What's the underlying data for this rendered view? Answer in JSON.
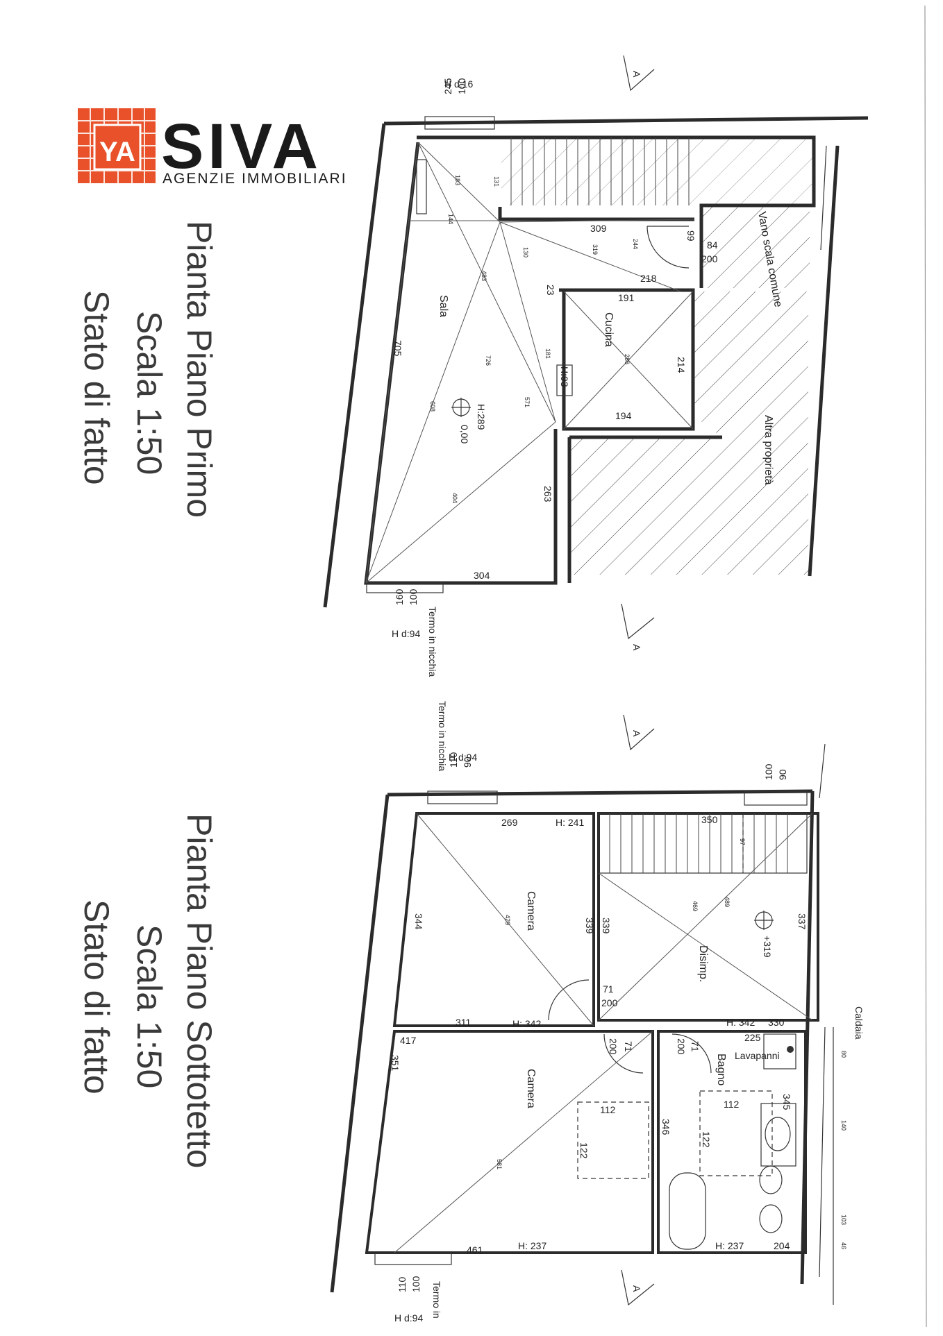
{
  "logo": {
    "brand": "SIVA",
    "tagline": "AGENZIE IMMOBILIARI",
    "mark": "YA",
    "brand_color": "#e8512a",
    "text_color": "#1a1a1a"
  },
  "plans": {
    "primo": {
      "title": "Pianta Piano Primo",
      "scale": "Scala 1:50",
      "state": "Stato di fatto",
      "rooms": {
        "sala": "Sala",
        "cucina": "Cucina",
        "vano": "Vano scala comune",
        "altra": "Altra proprietà"
      },
      "labels": {
        "hd_top": "H d:16",
        "hd_bottom": "H d:94",
        "termo": "Termo in nicchia",
        "h_sala": "H:289",
        "quota": "0,00",
        "h_cucina": "H:93",
        "section": "A"
      },
      "dims": {
        "d245": "245",
        "d100a": "100",
        "d183": "183",
        "d131": "131",
        "d144": "144",
        "d130": "130",
        "d319": "319",
        "d483": "483",
        "d726": "726",
        "d181": "181",
        "d571": "571",
        "d608": "608",
        "d404": "404",
        "d263": "263",
        "d705": "705",
        "d304": "304",
        "d309": "309",
        "d244": "244",
        "d99": "99",
        "d84": "84",
        "d200": "200",
        "d218": "218",
        "d23": "23",
        "d191": "191",
        "d286": "286",
        "d214": "214",
        "d194": "194",
        "d160": "160",
        "d100b": "100"
      }
    },
    "sottotetto": {
      "title": "Pianta Piano Sottotetto",
      "scale": "Scala 1:50",
      "state": "Stato di fatto",
      "rooms": {
        "camera1": "Camera",
        "camera2": "Camera",
        "disimp": "Disimp.",
        "bagno": "Bagno",
        "lavapanni": "Lavapanni",
        "caldaia": "Caldaia"
      },
      "labels": {
        "hd_top": "H d:94",
        "hd_bottom": "H d:94",
        "termo_top": "Termo in nicchia",
        "termo_bottom": "Termo in",
        "quota": "+319",
        "h241": "H: 241",
        "h342a": "H: 342",
        "h342b": "H: 342",
        "h237a": "H: 237",
        "h237b": "H: 237",
        "section": "A"
      },
      "dims": {
        "d110a": "110",
        "d90a": "90",
        "d100a": "100",
        "d90b": "90",
        "d269": "269",
        "d350": "350",
        "d97": "97",
        "d489": "489",
        "d337": "337",
        "d344": "344",
        "d429": "429",
        "d339a": "339",
        "d339b": "339",
        "d469": "469",
        "d71a": "71",
        "d200a": "200",
        "d311": "311",
        "d330": "330",
        "d417": "417",
        "d351": "351",
        "d200b": "200",
        "d71b": "71",
        "d71c": "71",
        "d200c": "200",
        "d225": "225",
        "d345": "345",
        "d112a": "112",
        "d122a": "122",
        "d112b": "112",
        "d122b": "122",
        "d346": "346",
        "d581": "581",
        "d461": "461",
        "d204": "204",
        "d110b": "110",
        "d100b": "100",
        "d80": "80",
        "d140": "140",
        "d103": "103",
        "d46": "46"
      }
    }
  }
}
